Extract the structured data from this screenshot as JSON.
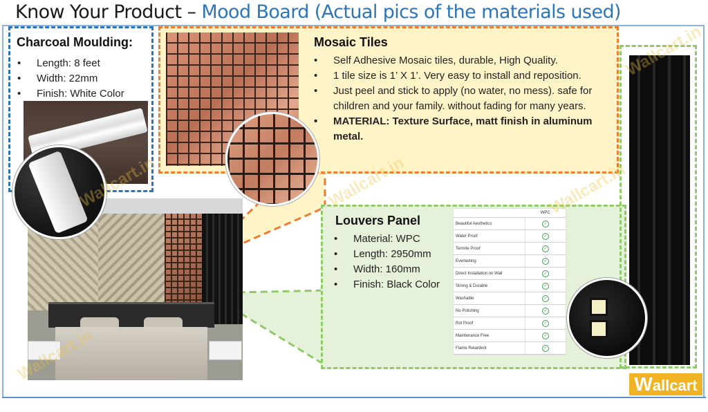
{
  "title": {
    "main": "Know Your Product – ",
    "sub": "Mood Board (Actual pics of the materials used)"
  },
  "charcoal": {
    "heading": "Charcoal Moulding:",
    "items": [
      "Length: 8 feet",
      "Width: 22mm",
      "Finish: White Color"
    ]
  },
  "mosaic": {
    "heading": "Mosaic Tiles",
    "items": [
      "Self Adhesive Mosaic tiles, durable, High Quality.",
      "1 tile size is 1’ X 1’. Very easy to install and reposition.",
      "Just peel and stick to apply (no water, no mess). safe for children and your family. without fading for many years.",
      "MATERIAL: Texture Surface, matt finish in aluminum metal."
    ]
  },
  "louvers": {
    "heading": "Louvers Panel",
    "items": [
      "Material: WPC",
      "Length: 2950mm",
      "Width: 160mm",
      "Finish: Black Color"
    ]
  },
  "wpc_table": {
    "column": "WPC",
    "rows": [
      "Beautiful Aesthetics",
      "Water Proof",
      "Termite Proof",
      "Everlasting",
      "Direct Installation on Wall",
      "Strong & Durable",
      "Washable",
      "No Polishing",
      "Rot Proof",
      "Maintenance Free",
      "Flame Retardent"
    ]
  },
  "watermark": "Wallcart.in",
  "brand": {
    "first": "W",
    "rest": "allcart"
  },
  "colors": {
    "blue_dash": "#2e75b6",
    "orange_dash": "#ed7d31",
    "green_dash": "#8fc96a",
    "brand": "#f0b323"
  }
}
